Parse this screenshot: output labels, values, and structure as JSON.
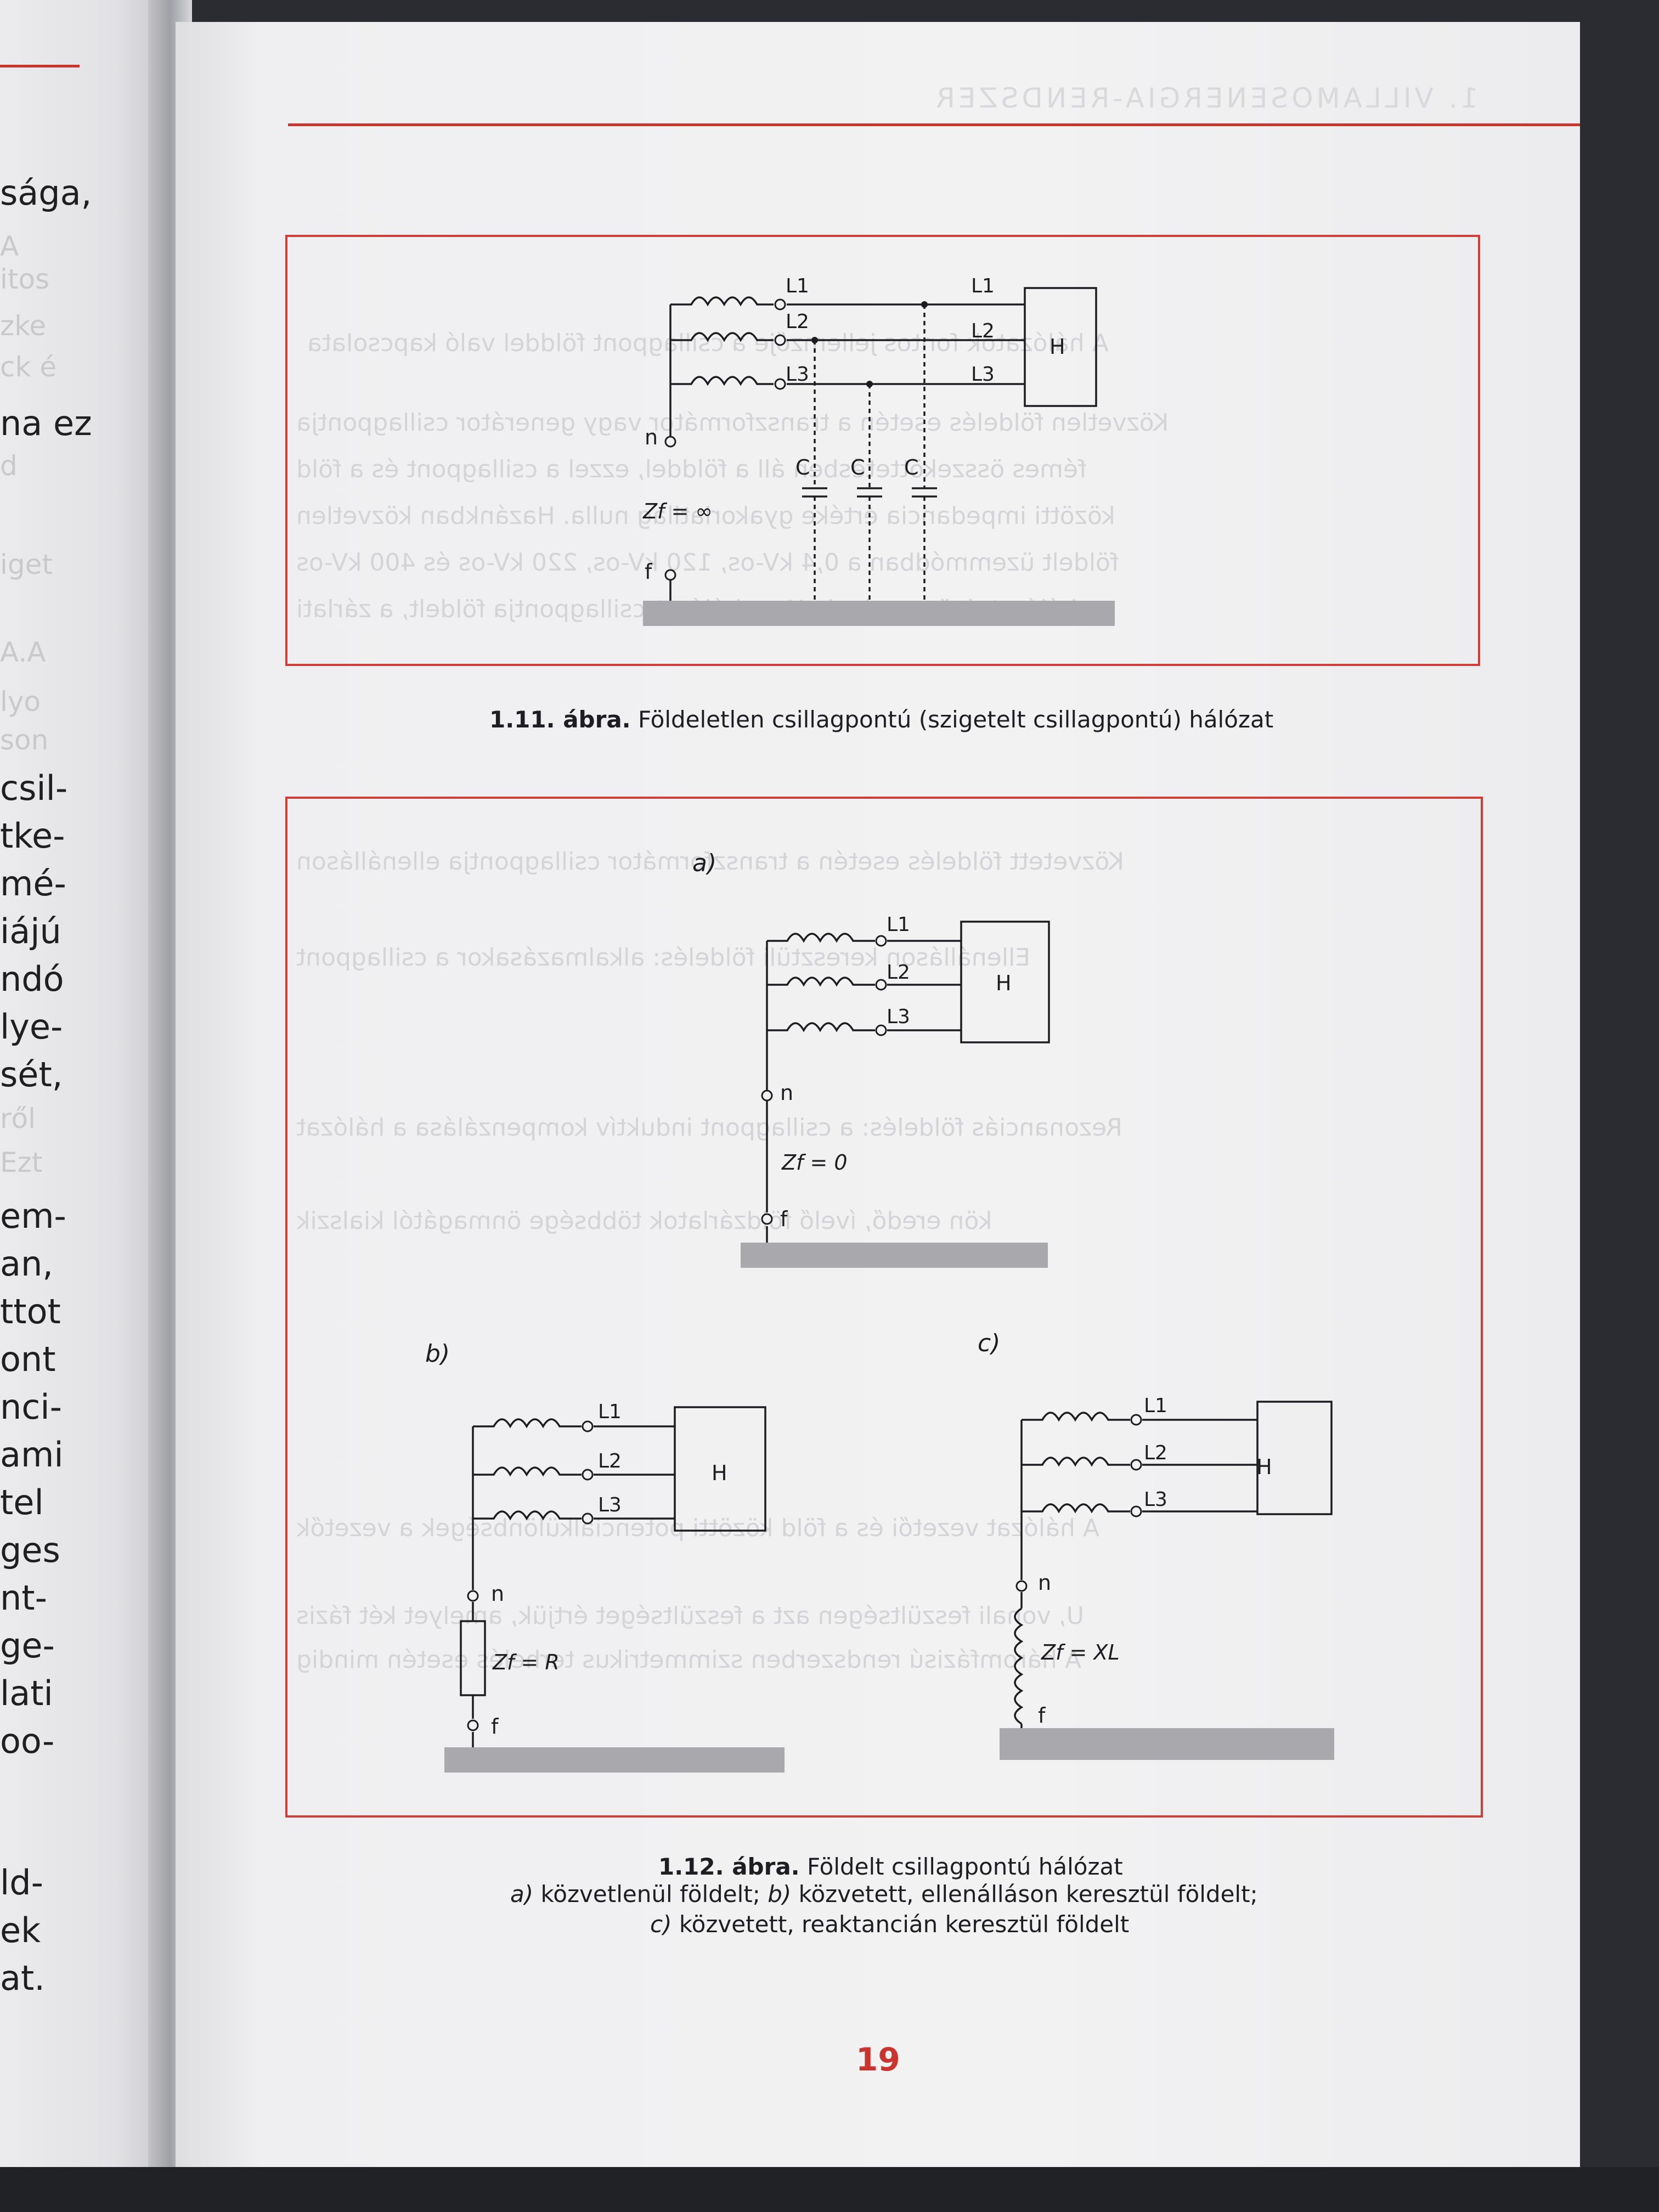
{
  "left_page": {
    "fragments": [
      "sága,",
      "na ez",
      "csil-",
      "tke-",
      "mé-",
      "iájú",
      "ndó",
      "lye-",
      "sét,",
      "em-",
      "an,",
      "ttot",
      "ont",
      "nci-",
      "ami",
      "tel",
      "ges",
      "nt-",
      "ge-",
      "lati",
      "oo-",
      "ld-",
      "ek",
      "at."
    ]
  },
  "header": {
    "running_title": "1. VILLAMOSENERGIA-RENDSZER"
  },
  "figure_1_11": {
    "labels": {
      "l1_left": "L1",
      "l2_left": "L2",
      "l3_left": "L3",
      "l1_right": "L1",
      "l2_right": "L2",
      "l3_right": "L3",
      "load": "H",
      "c1": "C",
      "c2": "C",
      "c3": "C",
      "neutral": "n",
      "ground": "f",
      "impedance": "Zf = ∞"
    },
    "caption_bold": "1.11. ábra.",
    "caption_text": " Földeletlen csillagpontú (szigetelt csillagpontú) hálózat"
  },
  "figure_1_12": {
    "a": {
      "tag": "a)",
      "l1": "L1",
      "l2": "L2",
      "l3": "L3",
      "load": "H",
      "neutral": "n",
      "ground": "f",
      "impedance": "Zf = 0"
    },
    "b": {
      "tag": "b)",
      "l1": "L1",
      "l2": "L2",
      "l3": "L3",
      "load": "H",
      "neutral": "n",
      "ground": "f",
      "impedance": "Zf = R"
    },
    "c": {
      "tag": "c)",
      "l1": "L1",
      "l2": "L2",
      "l3": "L3",
      "load": "H",
      "neutral": "n",
      "ground": "f",
      "impedance": "Zf = XL"
    },
    "caption_bold": "1.12. ábra.",
    "caption_title": " Földelt csillagpontú hálózat",
    "caption_line2_a": "a)",
    "caption_line2_a_text": " közvetlenül földelt; ",
    "caption_line2_b": "b)",
    "caption_line2_b_text": " közvetett, ellenálláson keresztül földelt;",
    "caption_line3_c": "c)",
    "caption_line3_c_text": " közvetett, reaktancián keresztül földelt"
  },
  "page_number": "19",
  "colors": {
    "accent_red": "#c9342e",
    "ink": "#1d1d20",
    "ground_bar": "#a9a9ad"
  }
}
